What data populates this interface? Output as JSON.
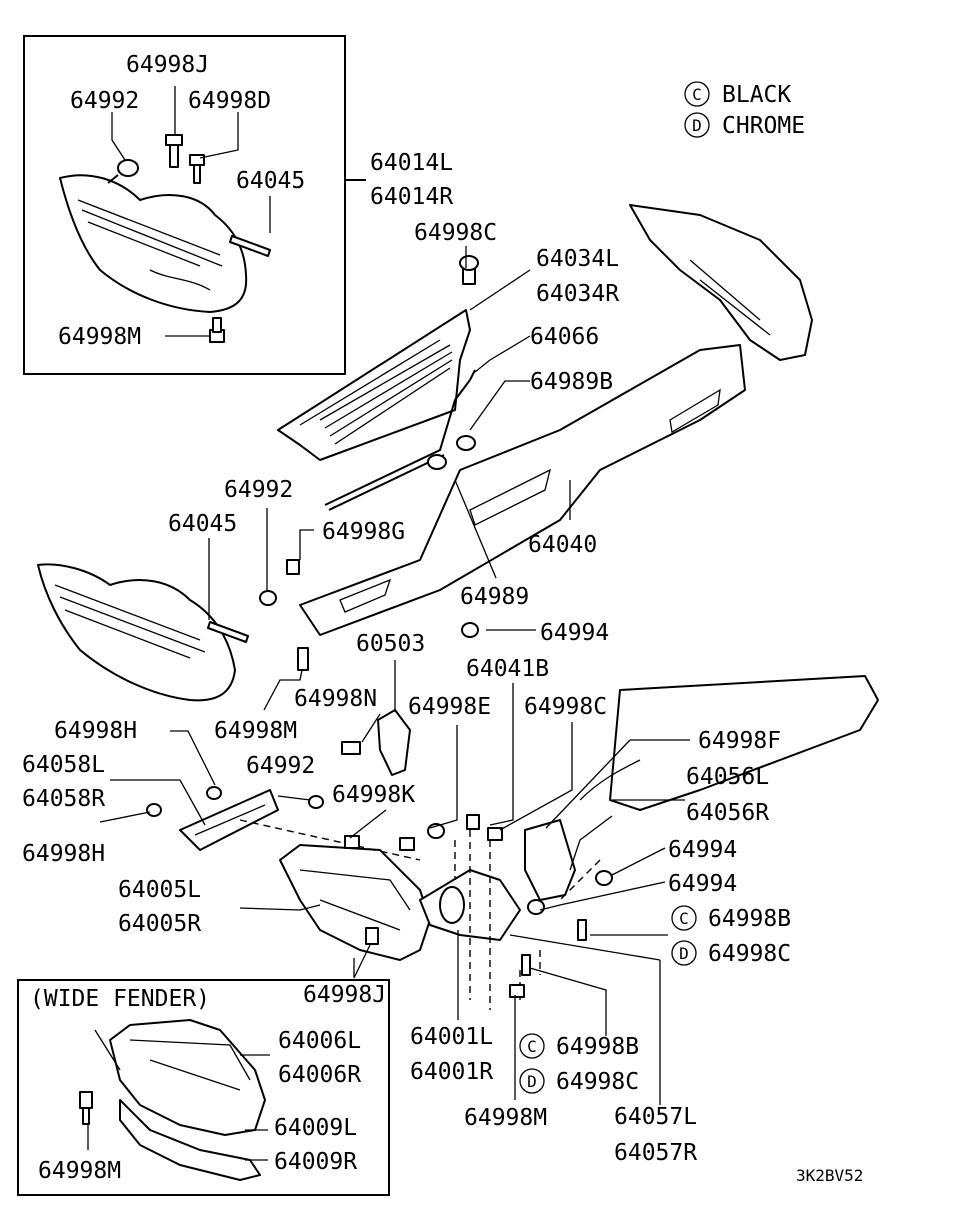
{
  "legend": {
    "black_code": "C",
    "black_label": "BLACK",
    "chrome_code": "D",
    "chrome_label": "CHROME"
  },
  "inset_top": {
    "p64998J": "64998J",
    "p64992": "64992",
    "p64998D": "64998D",
    "p64045": "64045",
    "p64998M": "64998M"
  },
  "group_labels": {
    "p64014L": "64014L",
    "p64014R": "64014R"
  },
  "parts": {
    "p64998C_top": "64998C",
    "p64034L": "64034L",
    "p64034R": "64034R",
    "p64066": "64066",
    "p64989B": "64989B",
    "p64040": "64040",
    "p64992_mid": "64992",
    "p64998G": "64998G",
    "p64045_mid": "64045",
    "p64989": "64989",
    "p64994_a": "64994",
    "p60503": "60503",
    "p64041B": "64041B",
    "p64998N": "64998N",
    "p64998M_mid": "64998M",
    "p64998E": "64998E",
    "p64998C_mid": "64998C",
    "p64998H_top": "64998H",
    "p64998F": "64998F",
    "p64058L": "64058L",
    "p64992_low": "64992",
    "p64056L": "64056L",
    "p64058R": "64058R",
    "p64998K": "64998K",
    "p64056R": "64056R",
    "p64998H_bot": "64998H",
    "p64994_b": "64994",
    "p64005L": "64005L",
    "p64994_c": "64994",
    "p64005R": "64005R",
    "p64998B_right_code": "C",
    "p64998B_right": "64998B",
    "p64998C_right_code": "D",
    "p64998C_right": "64998C",
    "p64998J_low": "64998J",
    "p64001L": "64001L",
    "p64998B_low_code": "C",
    "p64998B_low": "64998B",
    "p64001R": "64001R",
    "p64998C_low_code": "D",
    "p64998C_low": "64998C",
    "p64998M_low": "64998M",
    "p64057L": "64057L",
    "p64057R": "64057R"
  },
  "inset_wide": {
    "title": "(WIDE FENDER)",
    "p64006L": "64006L",
    "p64006R": "64006R",
    "p64009L": "64009L",
    "p64009R": "64009R",
    "p64998M": "64998M"
  },
  "figure_code": "3K2BV52"
}
